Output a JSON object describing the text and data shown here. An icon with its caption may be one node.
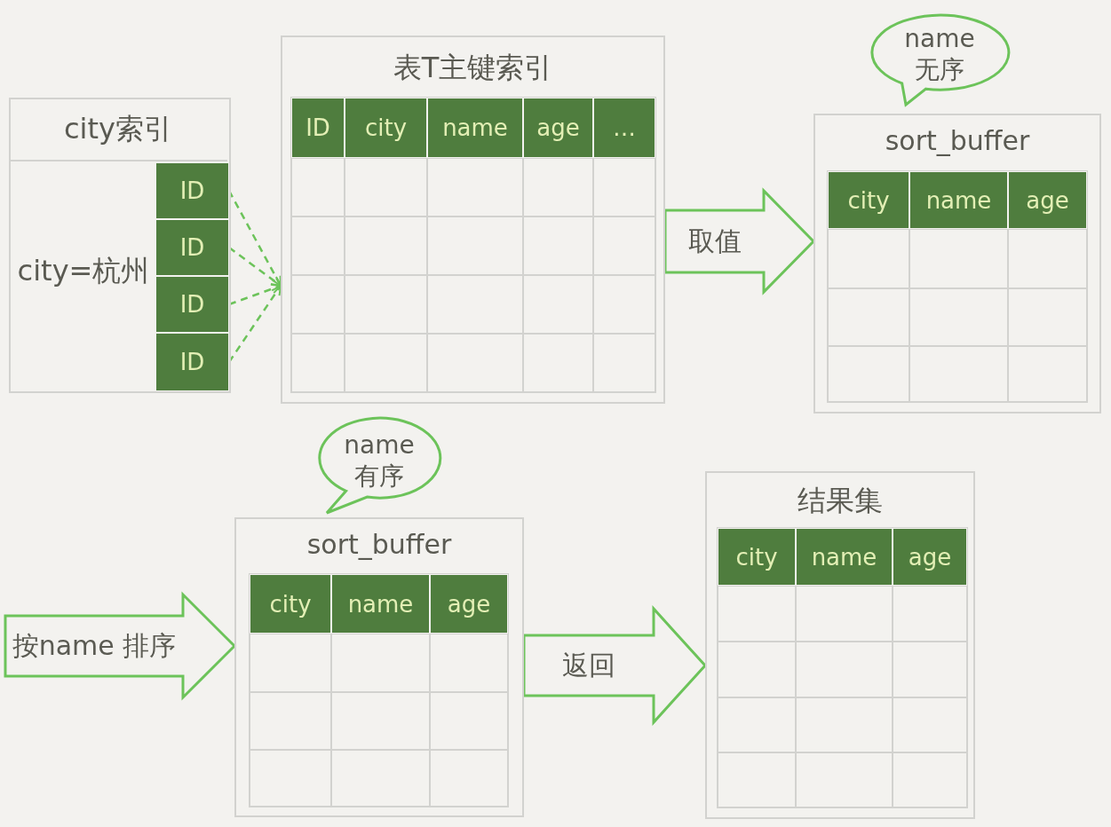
{
  "diagram": {
    "nodes": [
      {
        "text": [
          "city索引",
          "city=杭州"
        ]
      },
      {
        "text": [
          "ID"
        ],
        "in": 0
      },
      {
        "text": [
          "ID"
        ],
        "in": 0
      },
      {
        "text": [
          "ID"
        ],
        "in": 0
      },
      {
        "text": [
          "ID"
        ],
        "in": 0
      },
      {
        "text": [
          "表T主键索引"
        ]
      },
      {
        "text": [
          "name 无序"
        ]
      },
      {
        "text": [
          "sort_buffer"
        ]
      },
      {
        "text": [
          "name 有序"
        ]
      },
      {
        "text": [
          "sort_buffer"
        ]
      },
      {
        "text": [
          "结果集"
        ]
      }
    ],
    "edges": [
      {
        "from": 1,
        "to": 5,
        "arrow": "to",
        "style": "dashed"
      },
      {
        "from": 2,
        "to": 5,
        "arrow": "to",
        "style": "dashed"
      },
      {
        "from": 3,
        "to": 5,
        "arrow": "to",
        "style": "dashed"
      },
      {
        "from": 4,
        "to": 5,
        "arrow": "to",
        "style": "dashed"
      },
      {
        "from": 5,
        "to": 7,
        "arrow": "to",
        "label": "取值"
      },
      {
        "from": null,
        "to": 9,
        "arrow": "to",
        "label": "按name 排序"
      },
      {
        "from": 9,
        "to": 10,
        "arrow": "to",
        "label": "返回"
      }
    ],
    "labels": [
      "ID",
      "city",
      "name",
      "age",
      "…",
      "city",
      "name",
      "age",
      "city",
      "name",
      "age",
      "city",
      "name",
      "age"
    ]
  }
}
